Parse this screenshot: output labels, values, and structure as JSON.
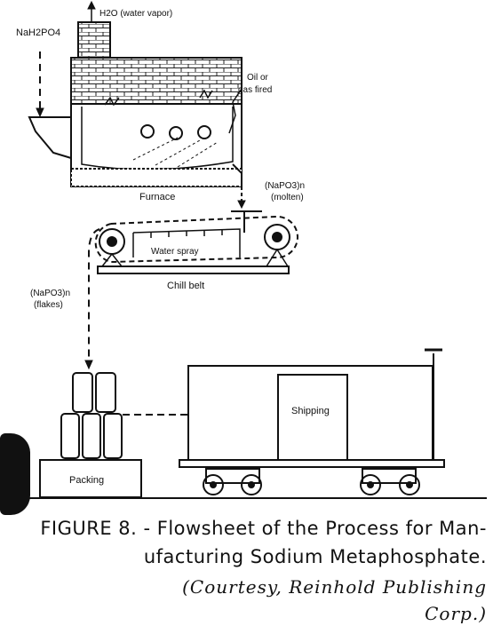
{
  "labels": {
    "feed": "NaH2PO4",
    "vapor": "H2O (water vapor)",
    "fuel_line1": "Oil or",
    "fuel_line2": "gas fired",
    "furnace": "Furnace",
    "molten_line1": "(NaPO3)n",
    "molten_line2": "(molten)",
    "water_spray": "Water spray",
    "chill_belt": "Chill belt",
    "flakes_line1": "(NaPO3)n",
    "flakes_line2": "(flakes)",
    "packing": "Packing",
    "shipping": "Shipping"
  },
  "caption": {
    "line1": "FIGURE 8. - Flowsheet of the Process for Man-",
    "line2": "ufacturing Sodium Metaphosphate.",
    "line3": "(Courtesy, Reinhold Publishing",
    "line4": "Corp.)"
  }
}
